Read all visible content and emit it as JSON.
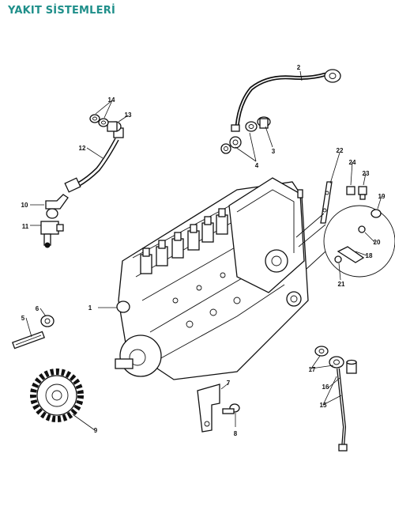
{
  "header": {
    "title": "YAKIT SİSTEMLERİ",
    "title_color": "#1f8f8a"
  },
  "callouts": [
    {
      "num": "1"
    },
    {
      "num": "2"
    },
    {
      "num": "3"
    },
    {
      "num": "4"
    },
    {
      "num": "5"
    },
    {
      "num": "6"
    },
    {
      "num": "7"
    },
    {
      "num": "8"
    },
    {
      "num": "9"
    },
    {
      "num": "10"
    },
    {
      "num": "11"
    },
    {
      "num": "12"
    },
    {
      "num": "13"
    },
    {
      "num": "14"
    },
    {
      "num": "15"
    },
    {
      "num": "16"
    },
    {
      "num": "17"
    },
    {
      "num": "18"
    },
    {
      "num": "19"
    },
    {
      "num": "20"
    },
    {
      "num": "21"
    },
    {
      "num": "22"
    },
    {
      "num": "23"
    },
    {
      "num": "24"
    }
  ]
}
